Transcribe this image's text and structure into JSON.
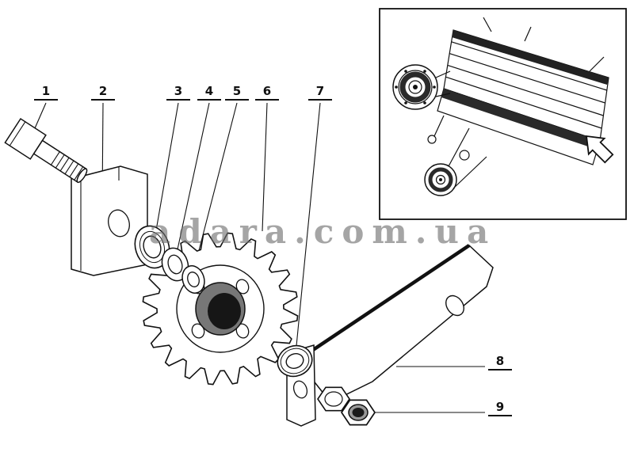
{
  "figure": {
    "watermark": "adara.com.ua",
    "callouts": [
      "1",
      "2",
      "3",
      "4",
      "5",
      "6",
      "7",
      "8",
      "9"
    ]
  }
}
